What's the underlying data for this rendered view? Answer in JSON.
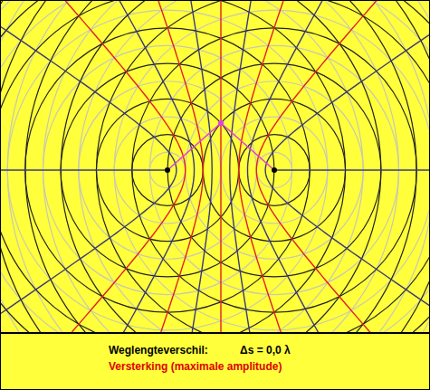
{
  "diagram": {
    "labels": [
      "Weglengteverschil:",
      "Δs = 0,0 λ",
      "Versterking (maximale amplitude)"
    ]
  }
}
